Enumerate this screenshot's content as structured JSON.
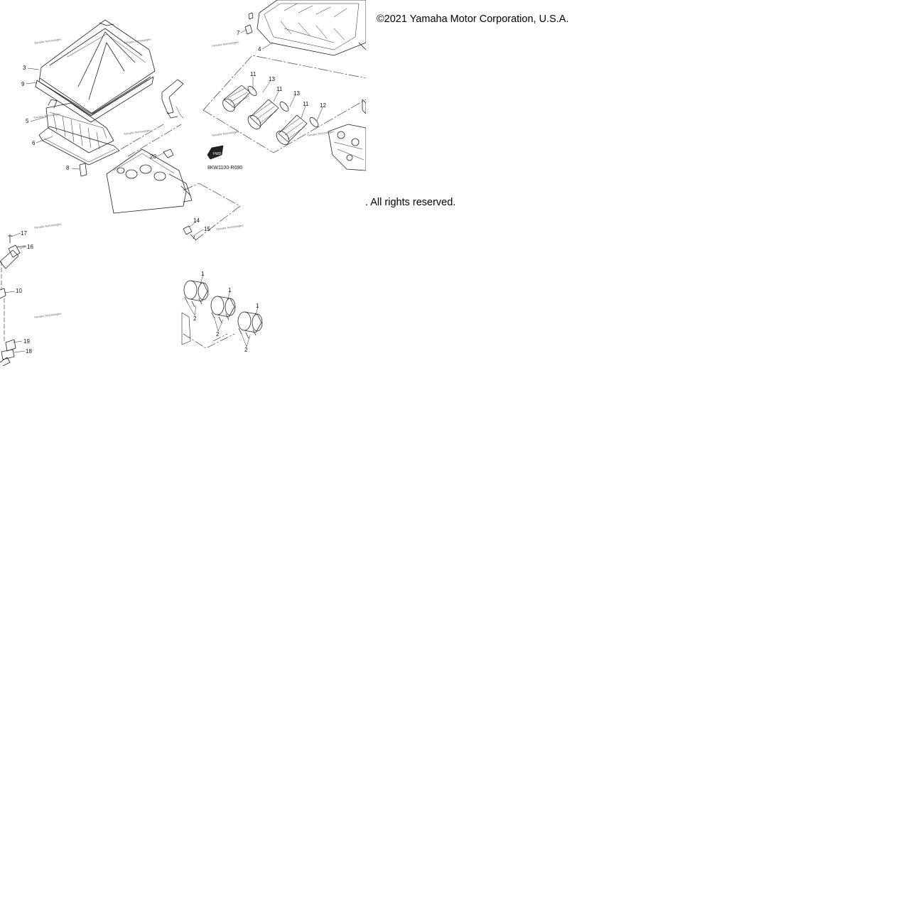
{
  "copyright": "©2021 Yamaha Motor Corporation, U.S.A.",
  "rights": ". All rights reserved.",
  "diagram": {
    "part_code": "8KW1100-R090",
    "watermark": "Yamaha Technologies",
    "callouts": {
      "c1": "1",
      "c2": "2",
      "c3": "3",
      "c4": "4",
      "c5": "5",
      "c6": "6",
      "c7": "7",
      "c8": "8",
      "c9": "9",
      "c10": "10",
      "c11": "11",
      "c12": "12",
      "c13": "13",
      "c14": "14",
      "c15": "15",
      "c16": "16",
      "c17": "17",
      "c18": "18",
      "c19": "19",
      "c20": "20"
    }
  }
}
